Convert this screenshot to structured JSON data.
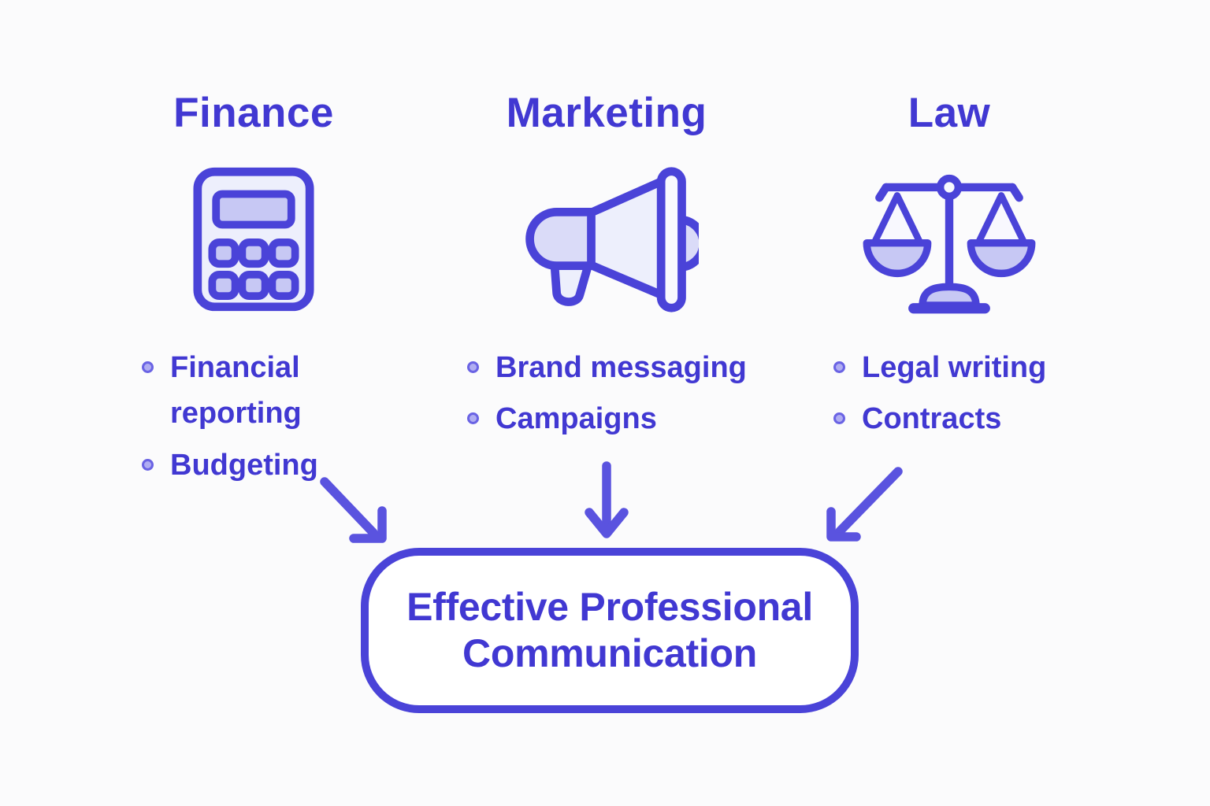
{
  "columns": [
    {
      "title": "Finance",
      "icon": "calculator-icon",
      "bullets": [
        "Financial reporting",
        "Budgeting"
      ]
    },
    {
      "title": "Marketing",
      "icon": "megaphone-icon",
      "bullets": [
        "Brand messaging",
        "Campaigns"
      ]
    },
    {
      "title": "Law",
      "icon": "scales-icon",
      "bullets": [
        "Legal writing",
        "Contracts"
      ]
    }
  ],
  "result_box": {
    "line1": "Effective Professional",
    "line2": "Communication"
  },
  "colors": {
    "primary": "#4a43d8",
    "text": "#4138d2",
    "arrow": "#5a53df",
    "bullet_core": "#b0adf2",
    "bullet_ring": "#6a63e4",
    "fill_light": "#edeffc",
    "fill_mid": "#dadbf8",
    "fill_accent": "#c7c8f4",
    "box_background": "#ffffff",
    "page_background": "#fbfbfc"
  }
}
